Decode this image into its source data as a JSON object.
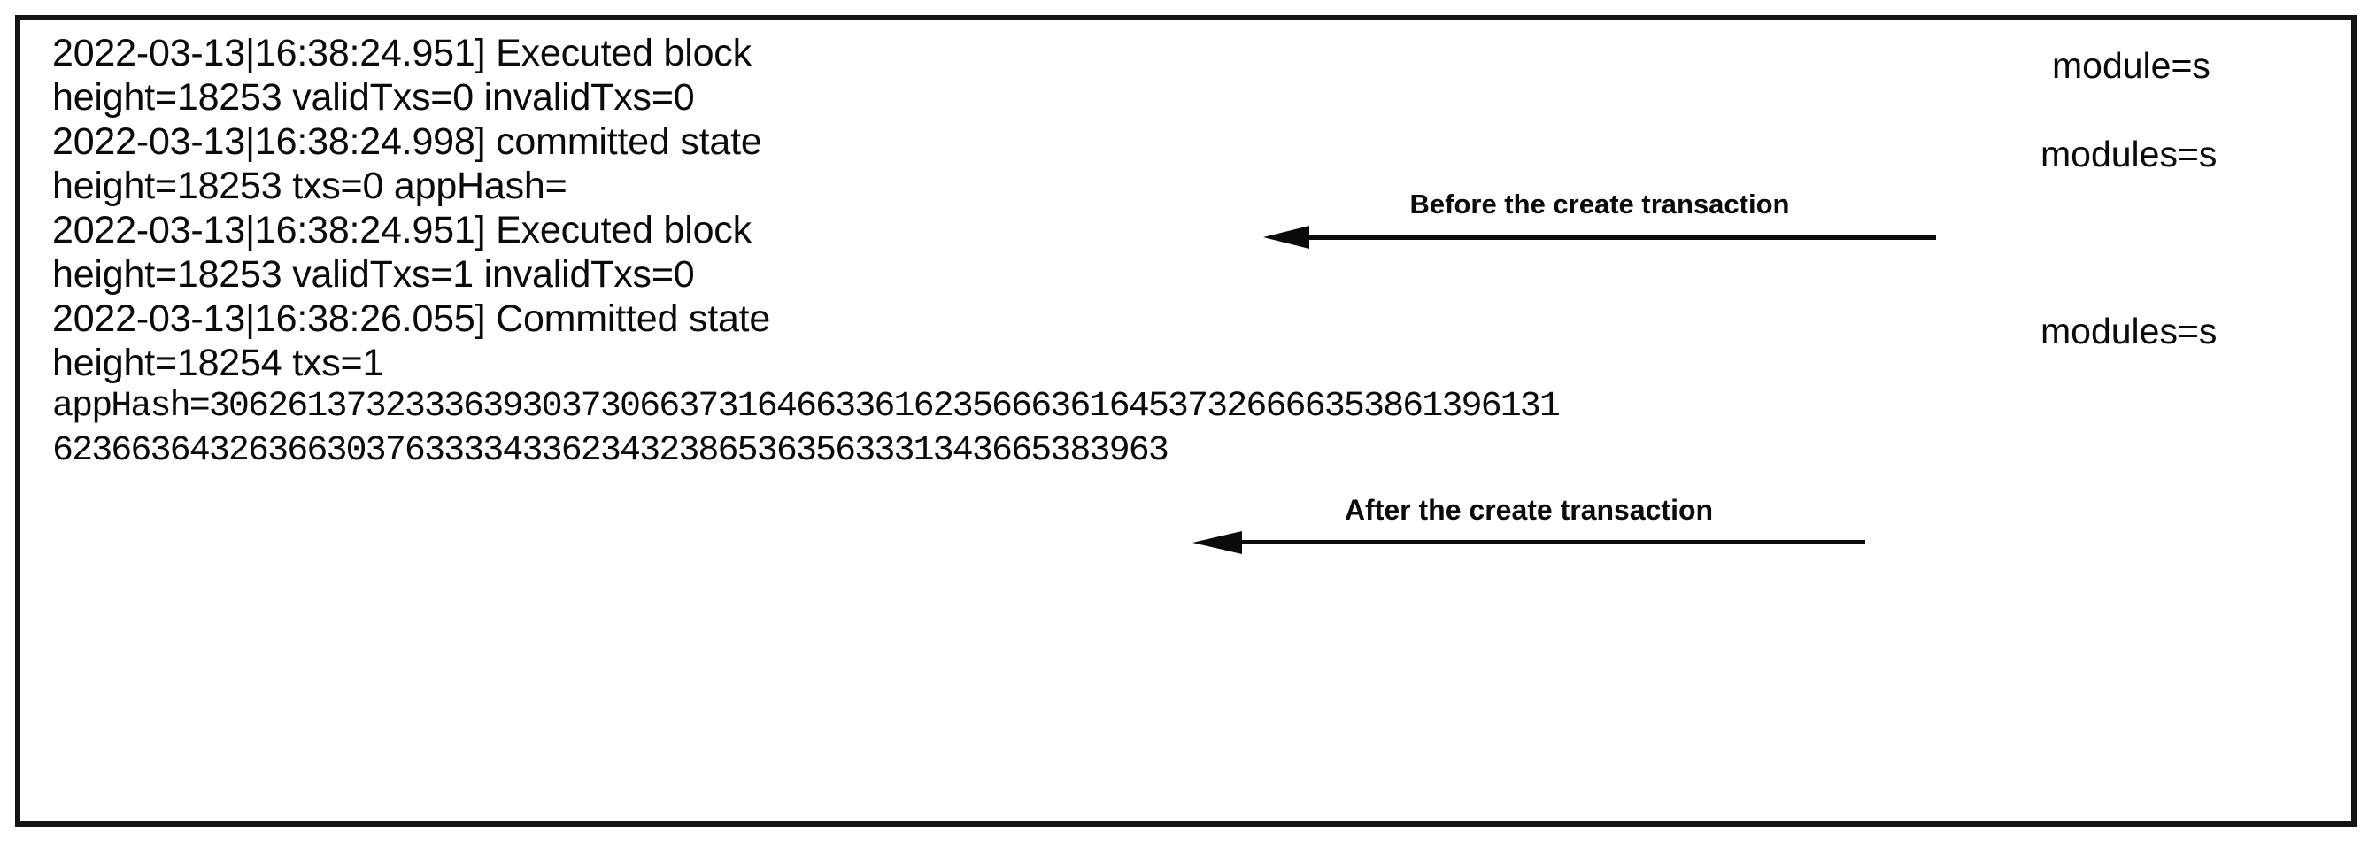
{
  "panel": {
    "border_color": "#141414",
    "background": "#ffffff",
    "text_color": "#0b0b0b"
  },
  "log": {
    "lines": [
      {
        "id": "exec-block-1",
        "text": "2022-03-13|16:38:24.951] Executed block",
        "style": "text"
      },
      {
        "id": "exec-block-1-params",
        "text": "height=18253 validTxs=0 invalidTxs=0",
        "style": "text"
      },
      {
        "id": "committed-state-1",
        "text": "2022-03-13|16:38:24.998] committed state",
        "style": "text"
      },
      {
        "id": "committed-state-1-params",
        "text": "height=18253 txs=0 appHash=",
        "style": "text"
      },
      {
        "id": "exec-block-2",
        "text": "2022-03-13|16:38:24.951] Executed block",
        "style": "text"
      },
      {
        "id": "exec-block-2-params",
        "text": "height=18253 validTxs=1 invalidTxs=0",
        "style": "text"
      },
      {
        "id": "committed-state-2",
        "text": "2022-03-13|16:38:26.055] Committed state",
        "style": "text"
      },
      {
        "id": "committed-state-2-params",
        "text": "height=18254 txs=1",
        "style": "text"
      },
      {
        "id": "apphash-line-1",
        "text": "appHash=306261373233363930373066373164663361623566636164537326666353861396131",
        "style": "hash"
      },
      {
        "id": "apphash-line-2",
        "text": "623663643263663037633334336234323865363563331343665383963",
        "style": "hash"
      }
    ]
  },
  "modules": [
    {
      "id": "module-field-1",
      "text": "module=s"
    },
    {
      "id": "module-field-2",
      "text": "modules=s"
    },
    {
      "id": "module-field-3",
      "text": "modules=s"
    }
  ],
  "annotations": [
    {
      "id": "annotation-before",
      "label": "Before the create transaction",
      "direction": "left"
    },
    {
      "id": "annotation-after",
      "label": "After the create transaction",
      "direction": "left"
    }
  ]
}
